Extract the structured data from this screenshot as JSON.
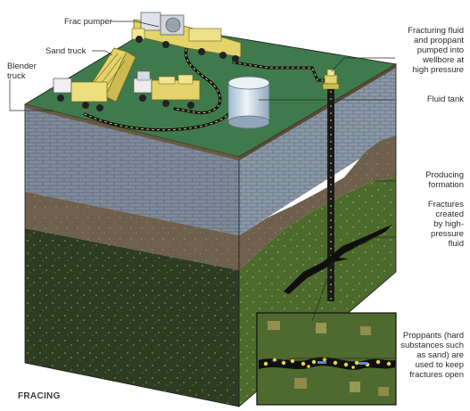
{
  "labels": {
    "frac_pumper": "Frac pumper",
    "sand_truck": "Sand truck",
    "blender_truck": [
      "Blender",
      "truck"
    ],
    "fracturing_fluid": [
      "Fracturing fluid",
      "and proppant",
      "pumped into",
      "wellbore at",
      "high pressure"
    ],
    "fluid_tank": "Fluid tank",
    "producing_formation": [
      "Producing",
      "formation"
    ],
    "fractures": [
      "Fractures",
      "created",
      "by high-",
      "pressure",
      "fluid"
    ],
    "proppants": [
      "Proppants (hard",
      "substances such",
      "as sand) are",
      "used to keep",
      "fractures open"
    ]
  },
  "title": "FRACING",
  "colors": {
    "ground_surface": "#3f7a4d",
    "brick_layer": "#7d8a9a",
    "brown_layer": "#7a6a55",
    "producing_layer": "#4f6a2e",
    "deep_layer": "#2f3f22",
    "equipment": "#e3d36a",
    "leader_line": "#2b2b2b"
  }
}
